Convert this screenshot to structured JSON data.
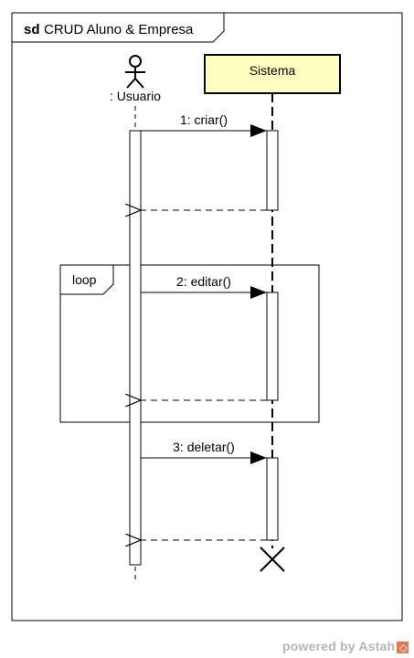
{
  "diagram": {
    "frame_keyword": "sd",
    "frame_name": "CRUD Aluno & Empresa",
    "actor": {
      "label": ": Usuario"
    },
    "lifeline": {
      "label": "Sistema",
      "fill": "#ffffc0"
    },
    "messages": [
      {
        "label": "1: criar()"
      },
      {
        "label": "2: editar()"
      },
      {
        "label": "3: deletar()"
      }
    ],
    "fragment": {
      "operator": "loop"
    }
  },
  "watermark": {
    "text": "powered by Astah",
    "logo_color": "#e07a4f"
  }
}
